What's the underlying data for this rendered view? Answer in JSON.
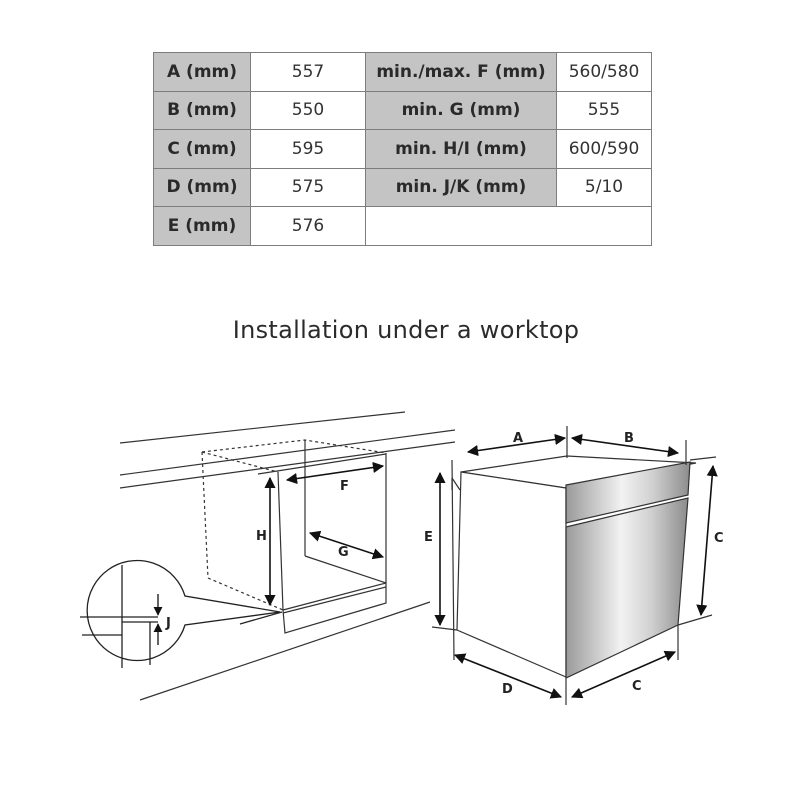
{
  "table": {
    "rows": [
      {
        "label1": "A (mm)",
        "value1": "557",
        "label2": "min./max. F (mm)",
        "value2": "560/580"
      },
      {
        "label1": "B (mm)",
        "value1": "550",
        "label2": "min. G (mm)",
        "value2": "555"
      },
      {
        "label1": "C (mm)",
        "value1": "595",
        "label2": "min. H/I (mm)",
        "value2": "600/590"
      },
      {
        "label1": "D (mm)",
        "value1": "575",
        "label2": "min. J/K (mm)",
        "value2": "5/10"
      },
      {
        "label1": "E (mm)",
        "value1": "576",
        "label2": "",
        "value2": ""
      }
    ],
    "colors": {
      "label_bg": "#c4c4c4",
      "value_bg": "#ffffff",
      "border": "#7d7d7d"
    }
  },
  "title": "Installation under a worktop",
  "diagram": {
    "labels": {
      "A": "A",
      "B": "B",
      "C_side": "C",
      "C_front": "C",
      "D": "D",
      "E": "E",
      "F": "F",
      "G": "G",
      "H": "H",
      "J": "J"
    }
  }
}
